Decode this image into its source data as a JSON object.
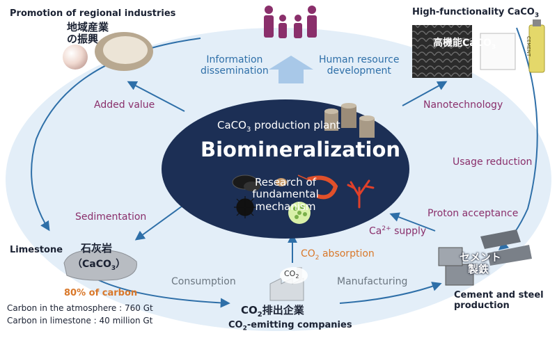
{
  "colors": {
    "ellipse_fill": "#e3eef8",
    "center_fill": "#1c2f55",
    "arrow": "#2e6fa8",
    "purple_text": "#8a2f6b",
    "blue_text": "#2e6fa8",
    "orange_text": "#d9782a"
  },
  "center": {
    "title": "Biomineralization",
    "plant_prefix": "CaCO",
    "plant_sub": "3",
    "plant_suffix": " production plant",
    "research_lines": [
      "Research of",
      "fundamental",
      "mechanism"
    ]
  },
  "top_left": {
    "title": "Promotion of regional industries",
    "jp_line1": "地域産業",
    "jp_line2": "の振興"
  },
  "top_center": {
    "left_line1": "Information",
    "left_line2": "dissemination",
    "right_line1": "Human resource",
    "right_line2": "development"
  },
  "top_right": {
    "title_prefix": "High-functionality CaCO",
    "title_sub": "3",
    "jp_prefix": "高機能CaCO",
    "jp_sub": "3",
    "tube_label": "CEMENT"
  },
  "left": {
    "added_value": "Added value",
    "sedimentation": "Sedimentation"
  },
  "right": {
    "nanotechnology": "Nanotechnology",
    "usage_reduction": "Usage reduction",
    "proton_acceptance": "Proton acceptance",
    "ca_supply_prefix": "Ca",
    "ca_supply_sup": "2+",
    "ca_supply_suffix": " supply"
  },
  "bottom_left": {
    "limestone": "Limestone",
    "jp": "石灰岩",
    "formula_prefix": "（CaCO",
    "formula_sub": "3",
    "formula_suffix": "）",
    "carbon_pct": "80% of carbon",
    "atmos": "Carbon in the atmosphere : 760 Gt",
    "limestone_carbon": "Carbon in limestone : 40 million Gt"
  },
  "bottom": {
    "consumption": "Consumption",
    "manufacturing": "Manufacturing",
    "co2_label_prefix": "CO",
    "co2_label_sub": "2",
    "co2_abs_prefix": "CO",
    "co2_abs_sub": "2",
    "co2_abs_suffix": " absorption",
    "jp_prefix": "CO",
    "jp_sub": "2",
    "jp_suffix": "排出企業",
    "en_prefix": "CO",
    "en_sub": "2",
    "en_suffix": "-emitting companies"
  },
  "bottom_right": {
    "jp_line1": "セメント",
    "jp_line2": "製鉄",
    "en_line1": "Cement and steel",
    "en_line2": "production"
  },
  "icons": [
    "family-icon",
    "pearl-oyster-icon",
    "textured-material-icon",
    "cement-tube-icon",
    "limestone-rock-icon",
    "factory-icon",
    "steel-blocks-icon",
    "tanks-icon",
    "shellfish-icon",
    "coral-icon",
    "sea-urchin-icon",
    "coccolith-icon",
    "shrimp-icon"
  ]
}
